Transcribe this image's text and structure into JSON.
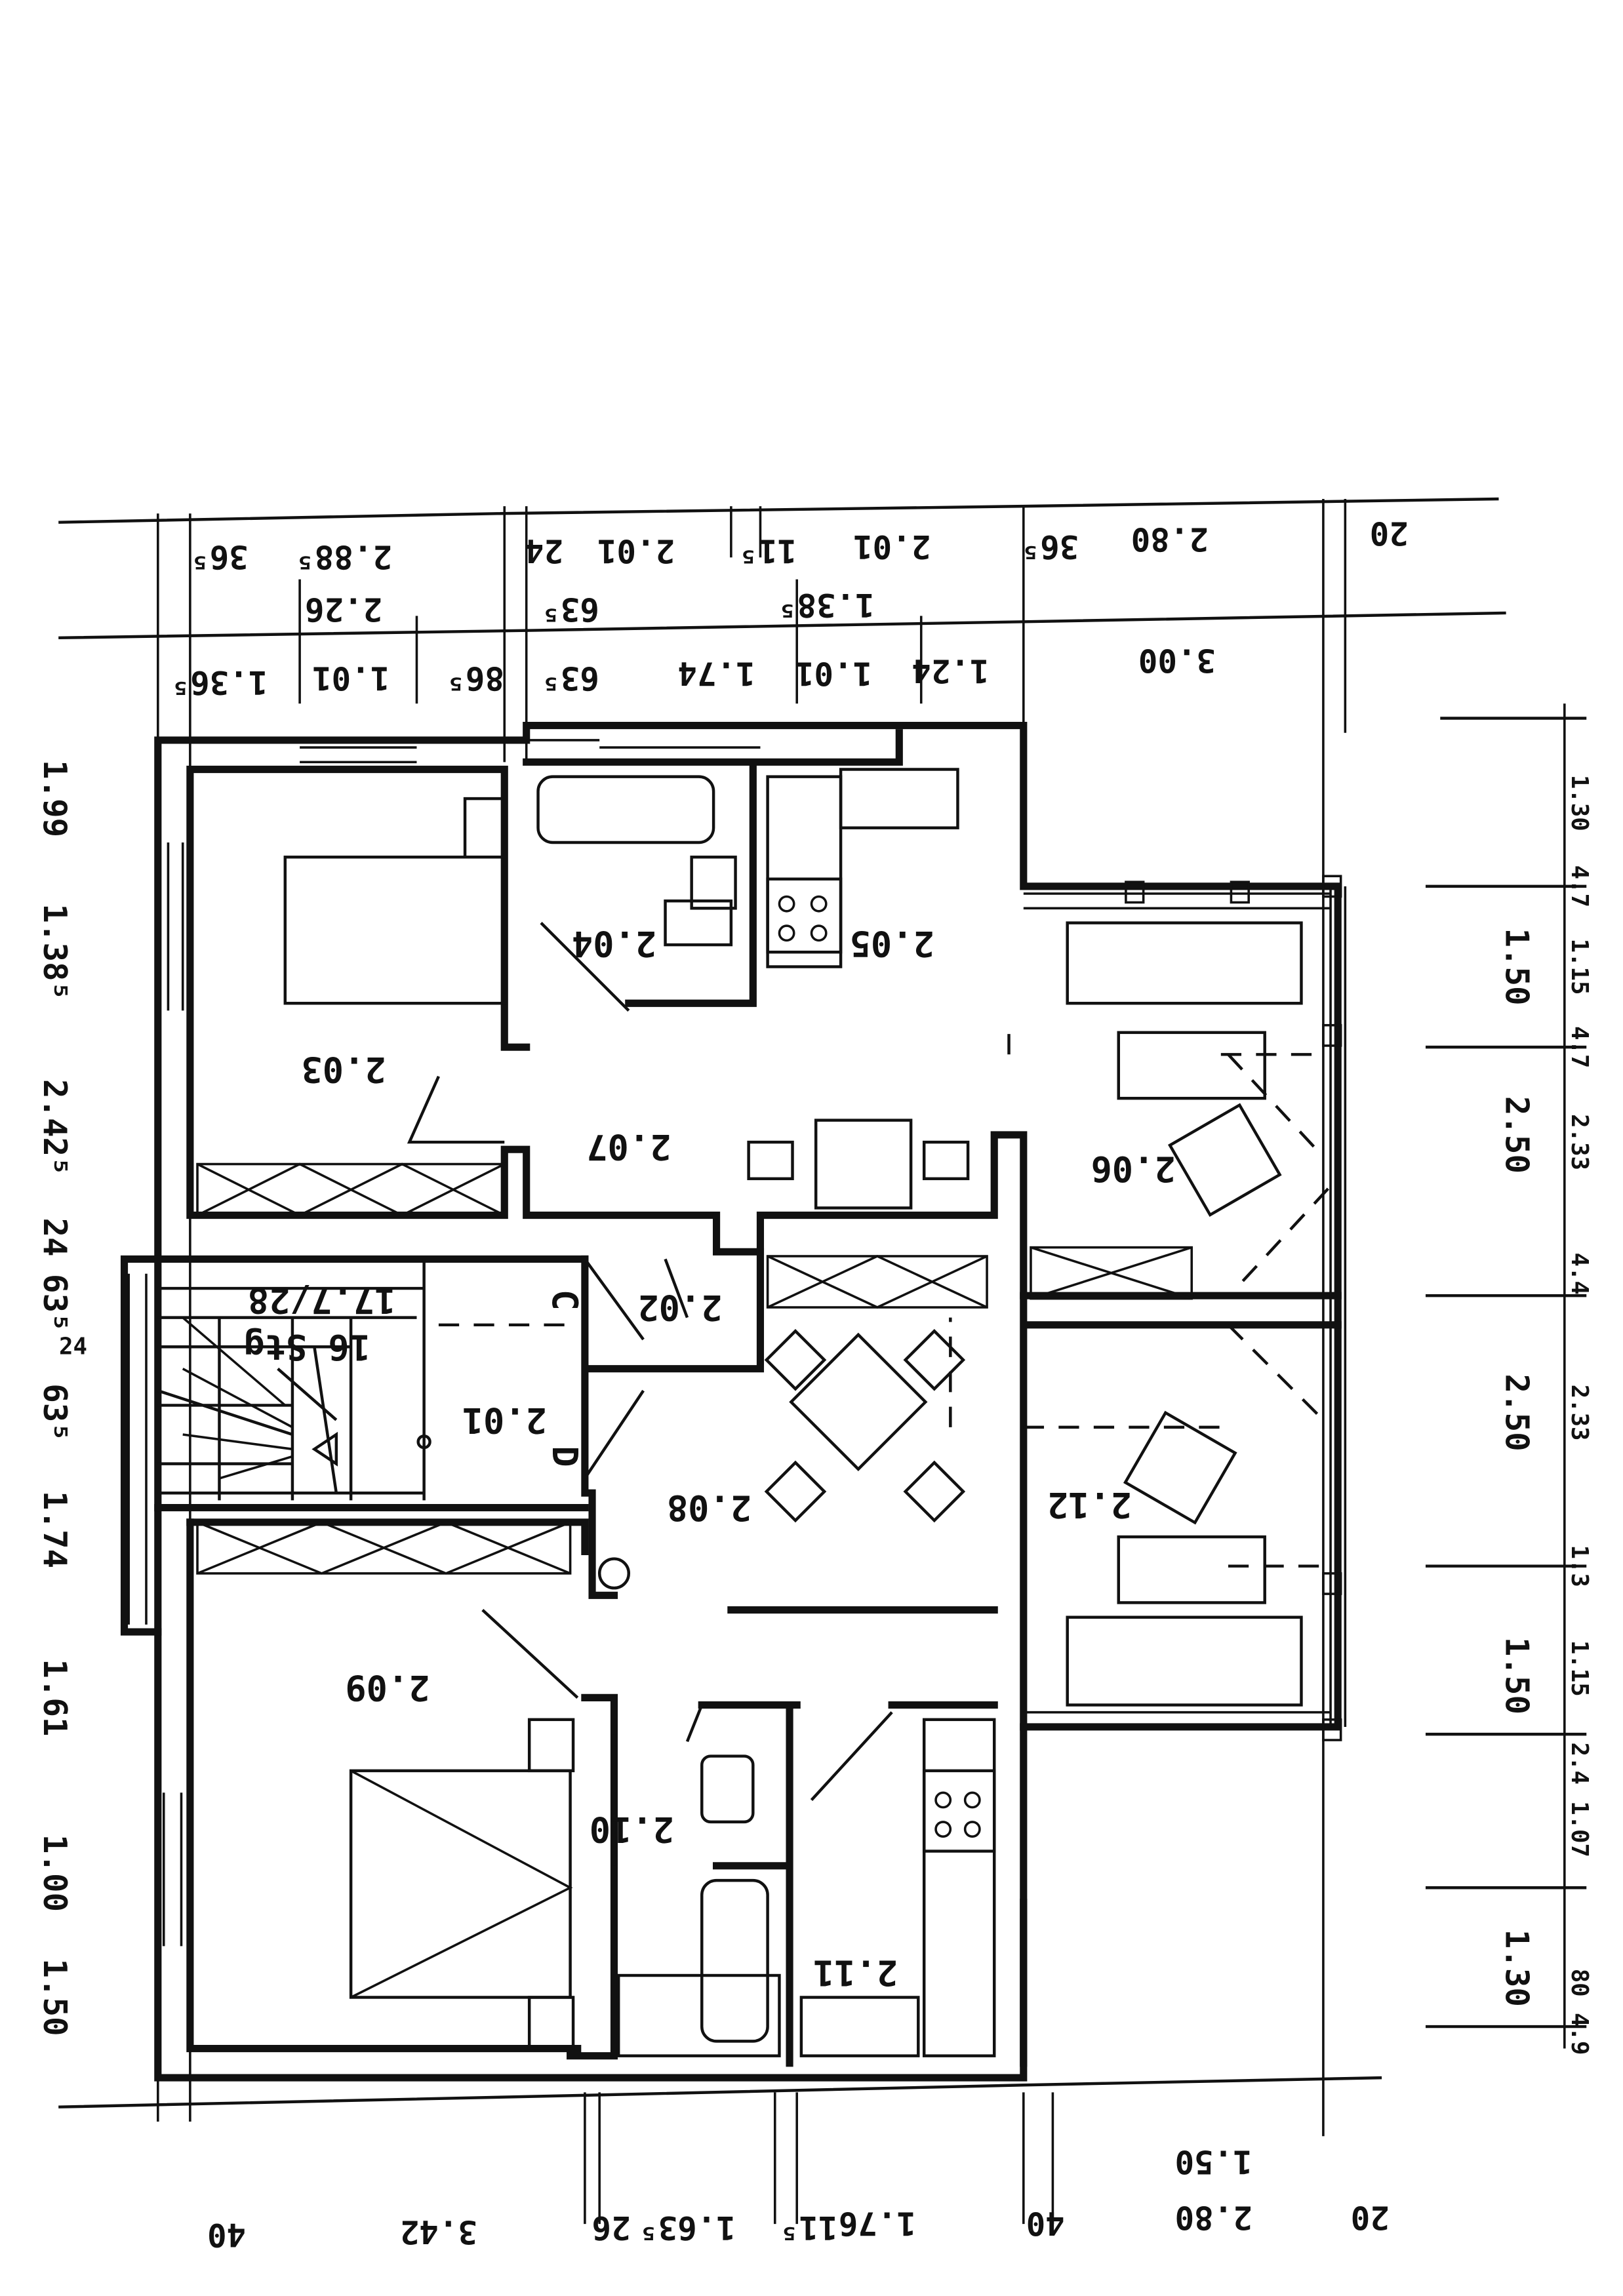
{
  "rooms": {
    "r203": "2.03",
    "r204": "2.04",
    "r205": "2.05",
    "r206": "2.06",
    "r207": "2.07",
    "r201": "2.01",
    "r202": "2.02",
    "r208": "2.08",
    "r209": "2.09",
    "r210": "2.10",
    "r211": "2.11",
    "r212": "2.12"
  },
  "stair": {
    "steps": "16 Stg",
    "ratio": "17.7/28",
    "letter_c": "C",
    "letter_d": "D"
  },
  "dims_top_row1": [
    "36⁵",
    "2.88⁵",
    "24",
    "2.01",
    "11⁵",
    "2.01",
    "36⁵",
    "2.80",
    "20"
  ],
  "dims_top_row2": [
    "2.26",
    "63⁵",
    "1.38⁵"
  ],
  "dims_top_row3": [
    "1.36⁵",
    "1.01",
    "86⁵",
    "63⁵",
    "1.74",
    "1.01",
    "1.24",
    "3.00"
  ],
  "dims_bottom": [
    "40",
    "3.42",
    "26",
    "1.63⁵",
    "11⁵",
    "1.76",
    "40",
    "2.80",
    "20",
    "1.50"
  ],
  "dims_left": [
    "1.99",
    "1.38⁵",
    "2.42⁵",
    "24",
    "63⁵",
    "24",
    "63⁵",
    "1.74",
    "1.61",
    "1.00",
    "1.50"
  ],
  "dims_right": [
    "1.50",
    "2.50",
    "2.50",
    "1.50",
    "1.30"
  ],
  "dims_right_small": [
    "1.30",
    "4.7",
    "1.15",
    "4.7",
    "2.33",
    "4.4",
    "2.33",
    "1.3",
    "1.15",
    "2.4",
    "1.07",
    "80",
    "4.9"
  ]
}
